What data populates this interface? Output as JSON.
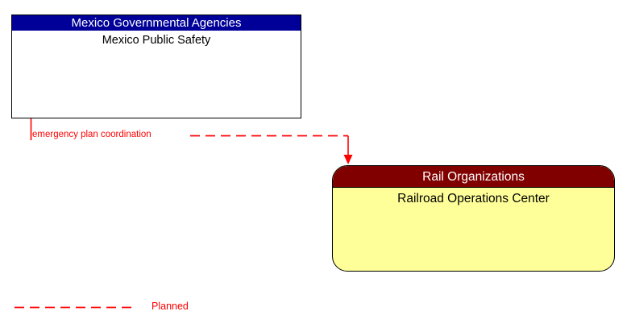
{
  "diagram": {
    "nodes": [
      {
        "id": "mexico-public-safety",
        "stereotype": "Mexico Governmental Agencies",
        "name": "Mexico Public Safety",
        "shape": "rectangle",
        "header_color": "#000099",
        "header_text_color": "#ffffff",
        "body_color": "#ffffff",
        "border_color": "#000000"
      },
      {
        "id": "railroad-operations-center",
        "stereotype": "Rail Organizations",
        "name": "Railroad Operations Center",
        "shape": "rounded-rectangle",
        "header_color": "#800000",
        "header_text_color": "#ffffff",
        "body_color": "#ffff99",
        "border_color": "#000000"
      }
    ],
    "flows": [
      {
        "id": "emergency-plan-coordination",
        "label": "emergency plan coordination",
        "from": "mexico-public-safety",
        "to": "railroad-operations-center",
        "style": "dashed",
        "color": "#ff0000",
        "status": "Planned"
      }
    ],
    "legend": {
      "items": [
        {
          "label": "Planned",
          "style": "dashed",
          "color": "#ff0000"
        }
      ]
    }
  }
}
